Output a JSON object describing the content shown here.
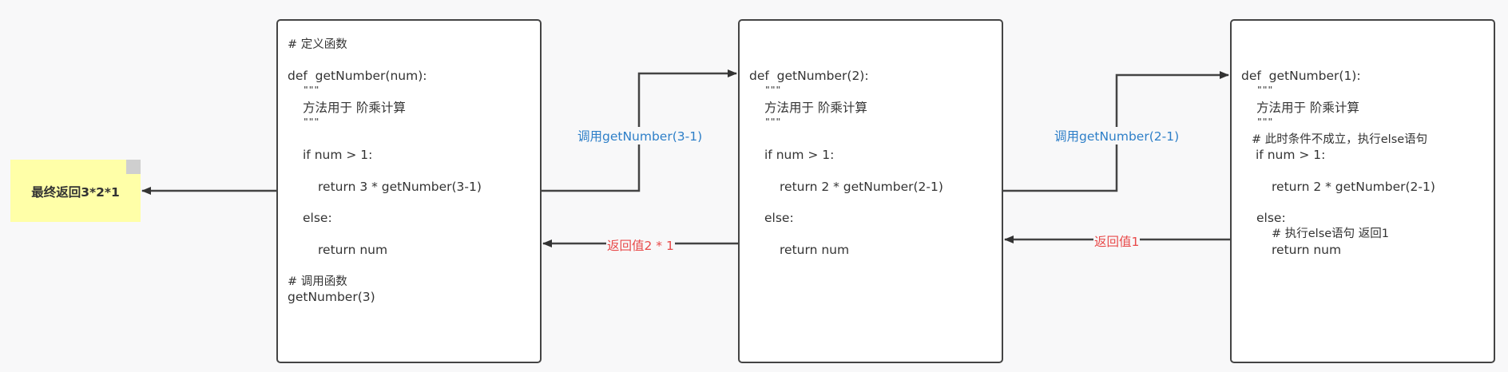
{
  "note": {
    "text": "最终返回3*2*1",
    "color": "#ffffa8"
  },
  "colors": {
    "call_label": "#2e7fc8",
    "return_label": "#e84a4a",
    "line": "#444444"
  },
  "box1": {
    "comment_define": "# 定义函数",
    "def": "def  getNumber(num):",
    "quote_open": "\"\"\"",
    "doc": "方法用于 阶乘计算",
    "quote_close": "\"\"\"",
    "if": "if num > 1:",
    "return_rec": "return 3 * getNumber(3-1)",
    "else": "else:",
    "return_num": "return num",
    "comment_call": "# 调用函数",
    "call": "getNumber(3)"
  },
  "box2": {
    "def": "def  getNumber(2):",
    "quote_open": "\"\"\"",
    "doc": "方法用于 阶乘计算",
    "quote_close": "\"\"\"",
    "if": "if num > 1:",
    "return_rec": "return 2 * getNumber(2-1)",
    "else": "else:",
    "return_num": "return num"
  },
  "box3": {
    "def": "def  getNumber(1):",
    "quote_open": "\"\"\"",
    "doc": "方法用于 阶乘计算",
    "quote_close": "\"\"\"",
    "comment_cond": "# 此时条件不成立，执行else语句",
    "if": "if num > 1:",
    "return_rec": "return 2 * getNumber(2-1)",
    "else": "else:",
    "comment_else": "# 执行else语句 返回1",
    "return_num": "return num"
  },
  "edges": {
    "call_1": "调用getNumber(3-1)",
    "call_2": "调用getNumber(2-1)",
    "return_1": "返回值2 * 1",
    "return_2": "返回值1"
  }
}
